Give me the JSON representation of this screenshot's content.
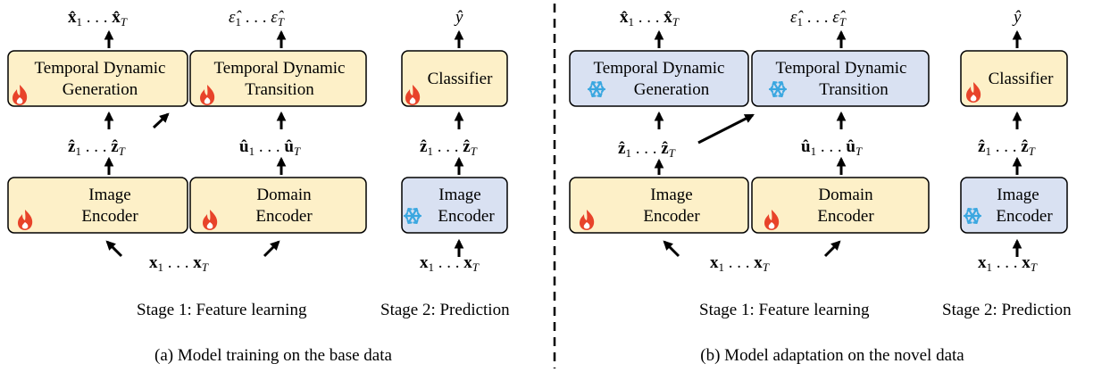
{
  "colors": {
    "trainable_fill": "#fdf0c8",
    "frozen_fill": "#d9e1f2",
    "stroke": "#000000",
    "flame": "#e8432a",
    "snowflake": "#3aa7e0"
  },
  "panel_a": {
    "caption": "(a) Model training on the base data",
    "stage1_label": "Stage 1: Feature learning",
    "stage2_label": "Stage 2: Prediction",
    "tdg": {
      "line1": "Temporal Dynamic",
      "line2": "Generation",
      "state": "trainable"
    },
    "tdt": {
      "line1": "Temporal Dynamic",
      "line2": "Transition",
      "state": "trainable"
    },
    "img_enc": {
      "line1": "Image",
      "line2": "Encoder",
      "state": "trainable"
    },
    "dom_enc": {
      "line1": "Domain",
      "line2": "Encoder",
      "state": "trainable"
    },
    "classifier": {
      "line1": "Classifier",
      "state": "trainable"
    },
    "img_enc2": {
      "line1": "Image",
      "line2": "Encoder",
      "state": "frozen"
    }
  },
  "panel_b": {
    "caption": "(b) Model adaptation on the novel data",
    "stage1_label": "Stage 1: Feature learning",
    "stage2_label": "Stage 2: Prediction",
    "tdg": {
      "line1": "Temporal Dynamic",
      "line2": "Generation",
      "state": "frozen"
    },
    "tdt": {
      "line1": "Temporal Dynamic",
      "line2": "Transition",
      "state": "frozen"
    },
    "img_enc": {
      "line1": "Image",
      "line2": "Encoder",
      "state": "trainable"
    },
    "dom_enc": {
      "line1": "Domain",
      "line2": "Encoder",
      "state": "trainable"
    },
    "classifier": {
      "line1": "Classifier",
      "state": "trainable"
    },
    "img_enc2": {
      "line1": "Image",
      "line2": "Encoder",
      "state": "frozen"
    }
  },
  "icons": {
    "trainable": "flame-icon",
    "frozen": "snowflake-icon"
  }
}
